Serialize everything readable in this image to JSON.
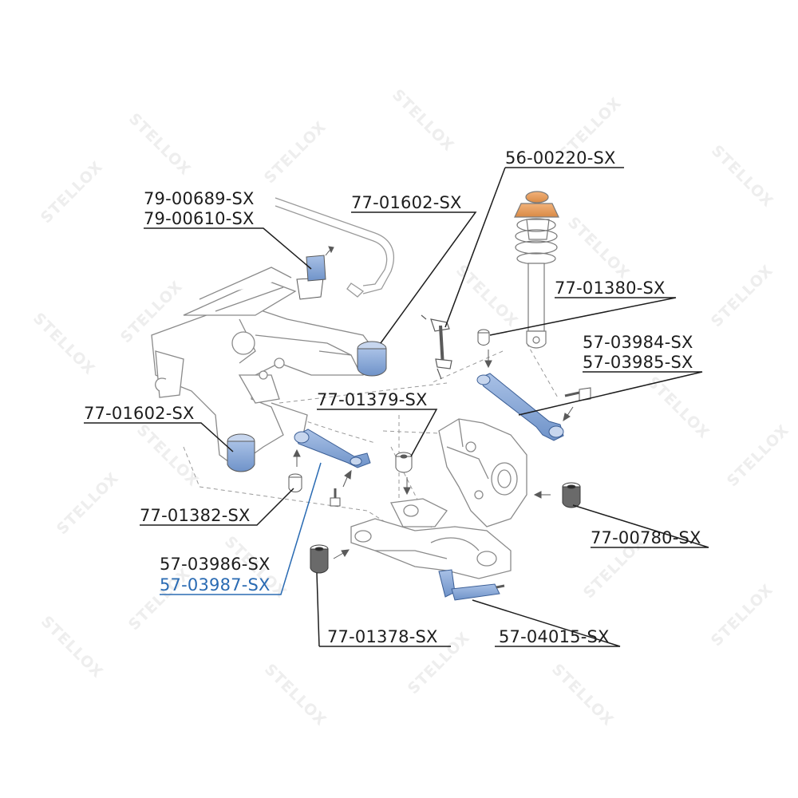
{
  "watermark": "STELLOX",
  "colors": {
    "line": "#1d1d1d",
    "highlight_line": "#2a6bb3",
    "highlight_part": "#7d9fd0",
    "bearing": "#e8a15e",
    "drawing": "#9a9a9a"
  },
  "labels": {
    "p79_00689": "79-00689-SX",
    "p79_00610": "79-00610-SX",
    "p77_01602_top": "77-01602-SX",
    "p56_00220": "56-00220-SX",
    "p77_01380": "77-01380-SX",
    "p57_03984": "57-03984-SX",
    "p57_03985": "57-03985-SX",
    "p77_01379": "77-01379-SX",
    "p77_01602_left": "77-01602-SX",
    "p77_01382": "77-01382-SX",
    "p77_00780": "77-00780-SX",
    "p57_03986": "57-03986-SX",
    "p57_03987": "57-03987-SX",
    "p77_01378": "77-01378-SX",
    "p57_04015": "57-04015-SX"
  }
}
